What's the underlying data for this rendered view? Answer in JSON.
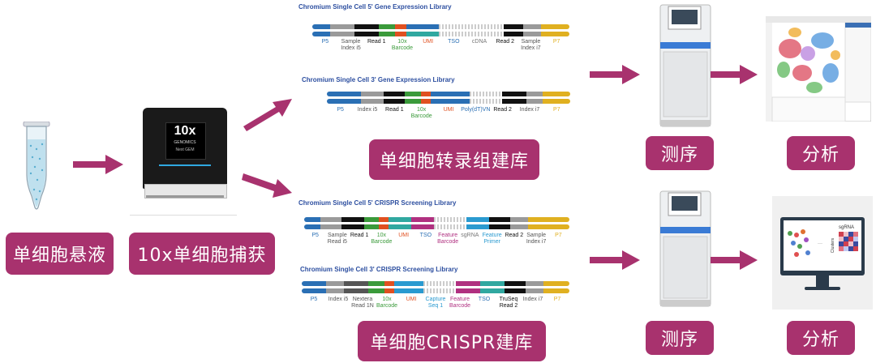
{
  "colors": {
    "accent": "#a8326e"
  },
  "steps": {
    "suspension": "单细胞悬液",
    "capture": "10x单细胞捕获",
    "transcriptome": "单细胞转录组建库",
    "crispr": "单细胞CRISPR建库",
    "sequencing1": "测序",
    "sequencing2": "测序",
    "analysis1": "分析",
    "analysis2": "分析"
  },
  "device": {
    "brand_line1": "10x",
    "brand_line2": "GENOMICS",
    "brand_line3": "Next GEM"
  },
  "libraries": {
    "lib5": {
      "title": "Chromium Single Cell 5' Gene Expression Library",
      "labels": [
        {
          "t": "P5",
          "c": "#2a6fb4"
        },
        {
          "t": "Sample\nIndex i5",
          "c": "#555"
        },
        {
          "t": "Read 1",
          "c": "#111"
        },
        {
          "t": "10x\nBarcode",
          "c": "#3a9a3a"
        },
        {
          "t": "UMI",
          "c": "#e05020"
        },
        {
          "t": "TSO",
          "c": "#2a6fb4"
        },
        {
          "t": "cDNA",
          "c": "#777"
        },
        {
          "t": "Read 2",
          "c": "#111"
        },
        {
          "t": "Sample\nIndex i7",
          "c": "#555"
        },
        {
          "t": "P7",
          "c": "#e0b020"
        }
      ]
    },
    "lib3": {
      "title": "Chromium Single Cell 3' Gene Expression Library",
      "labels": [
        {
          "t": "P5",
          "c": "#2a6fb4"
        },
        {
          "t": "Index i5",
          "c": "#555"
        },
        {
          "t": "Read 1",
          "c": "#111"
        },
        {
          "t": "10x\nBarcode",
          "c": "#3a9a3a"
        },
        {
          "t": "UMI",
          "c": "#e05020"
        },
        {
          "t": "Poly(dT)VN",
          "c": "#2a6fb4"
        },
        {
          "t": "Read 2",
          "c": "#111"
        },
        {
          "t": "Index i7",
          "c": "#555"
        },
        {
          "t": "P7",
          "c": "#e0b020"
        }
      ]
    },
    "crispr5": {
      "title": "Chromium Single Cell 5' CRISPR Screening Library",
      "labels": [
        {
          "t": "P5",
          "c": "#2a6fb4"
        },
        {
          "t": "Sample\nRead i5",
          "c": "#555"
        },
        {
          "t": "Read 1",
          "c": "#111"
        },
        {
          "t": "10x\nBarcode",
          "c": "#3a9a3a"
        },
        {
          "t": "UMI",
          "c": "#e05020"
        },
        {
          "t": "TSO",
          "c": "#2a6fb4"
        },
        {
          "t": "Feature\nBarcode",
          "c": "#b03080"
        },
        {
          "t": "sgRNA",
          "c": "#777"
        },
        {
          "t": "Feature\nPrimer",
          "c": "#2a9ad0"
        },
        {
          "t": "Read 2",
          "c": "#111"
        },
        {
          "t": "Sample\nIndex i7",
          "c": "#555"
        },
        {
          "t": "P7",
          "c": "#e0b020"
        }
      ]
    },
    "crispr3": {
      "title": "Chromium Single Cell 3' CRISPR Screening Library",
      "labels": [
        {
          "t": "P5",
          "c": "#2a6fb4"
        },
        {
          "t": "Index i5",
          "c": "#555"
        },
        {
          "t": "Nextera\nRead 1N",
          "c": "#555"
        },
        {
          "t": "10x\nBarcode",
          "c": "#3a9a3a"
        },
        {
          "t": "UMI",
          "c": "#e05020"
        },
        {
          "t": "Capture\nSeq 1",
          "c": "#2a9ad0"
        },
        {
          "t": "Feature\nBarcode",
          "c": "#b03080"
        },
        {
          "t": "TSO",
          "c": "#2a6fb4"
        },
        {
          "t": "TruSeq\nRead 2",
          "c": "#111"
        },
        {
          "t": "Index i7",
          "c": "#555"
        },
        {
          "t": "P7",
          "c": "#e0b020"
        }
      ]
    }
  },
  "analysis": {
    "sgrna_label": "sgRNA",
    "clusters_label": "Clusters"
  }
}
